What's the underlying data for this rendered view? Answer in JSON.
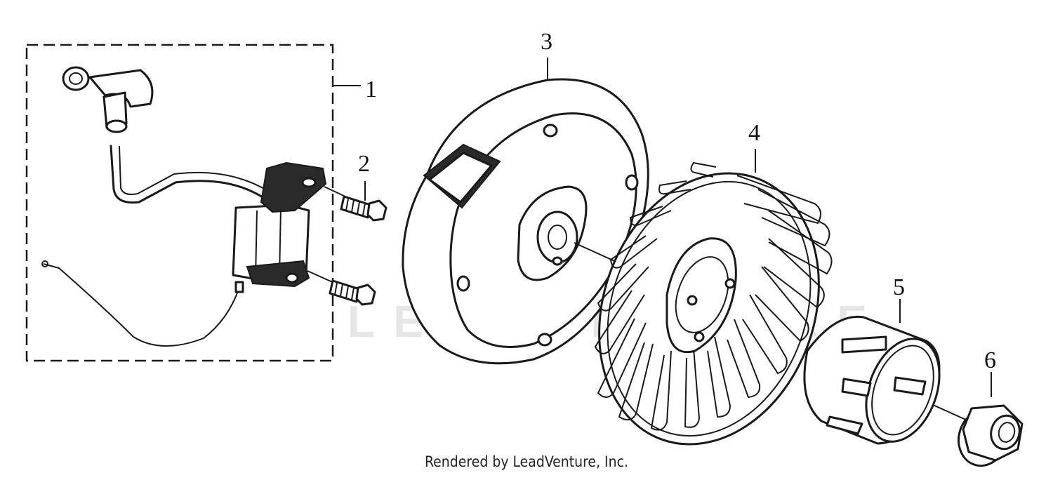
{
  "watermark": "LEADVENTURE",
  "credit": "Rendered by LeadVenture, Inc.",
  "callouts": {
    "c1": "1",
    "c2": "2",
    "c3": "3",
    "c4": "4",
    "c5": "5",
    "c6": "6"
  }
}
